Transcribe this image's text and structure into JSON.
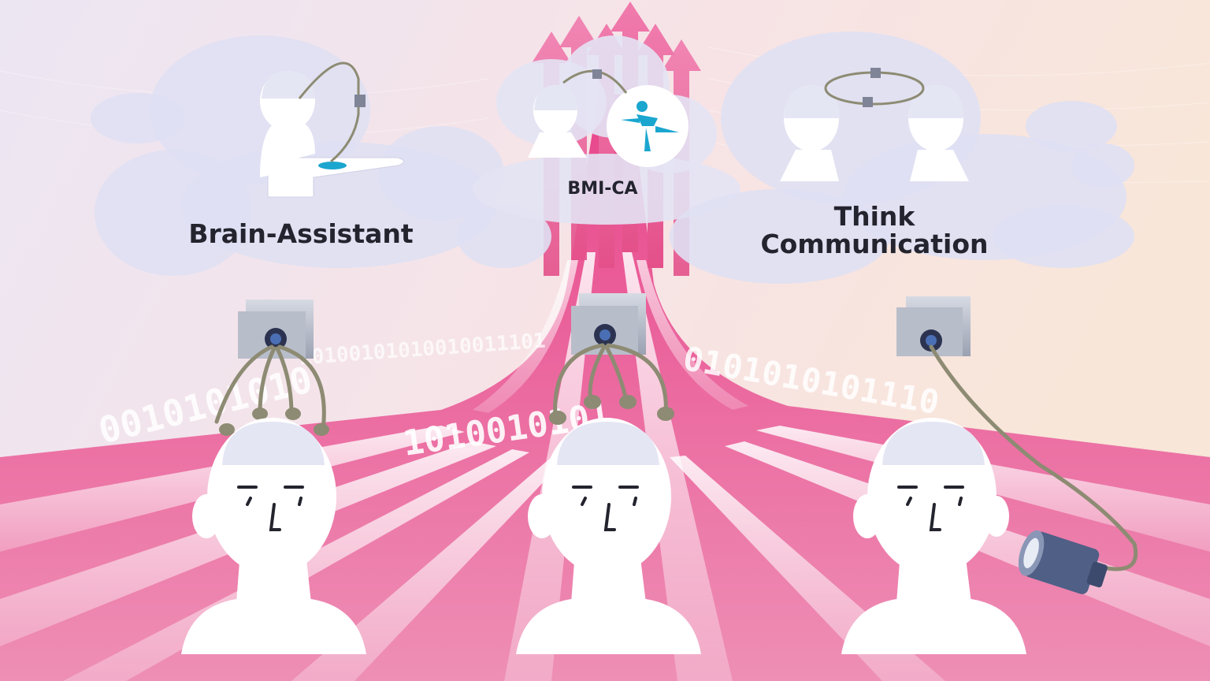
{
  "labels": {
    "brain_assistant": "Brain-Assistant",
    "bmi_ca": "BMI-CA",
    "think_line1": "Think",
    "think_line2": "Communication"
  },
  "binary_strings": {
    "left": "0010101010",
    "center": "1010010101",
    "right": "0101010101110",
    "upper": "10100101010010011101"
  },
  "colors": {
    "ribbon": "#e4508a",
    "ribbon_dark": "#d83b7c",
    "cloud": "#dfe0f3",
    "head": "#ffffff",
    "brain": "#e5e6f4",
    "ink": "#23242e",
    "wire": "#8d8b73",
    "camera": "#aeb4c2",
    "device": "#4f5f86",
    "accent": "#1aa6cf"
  },
  "icons": [
    "camera-icon",
    "neural-device-icon",
    "up-arrow-icon",
    "robot-figure-icon"
  ]
}
